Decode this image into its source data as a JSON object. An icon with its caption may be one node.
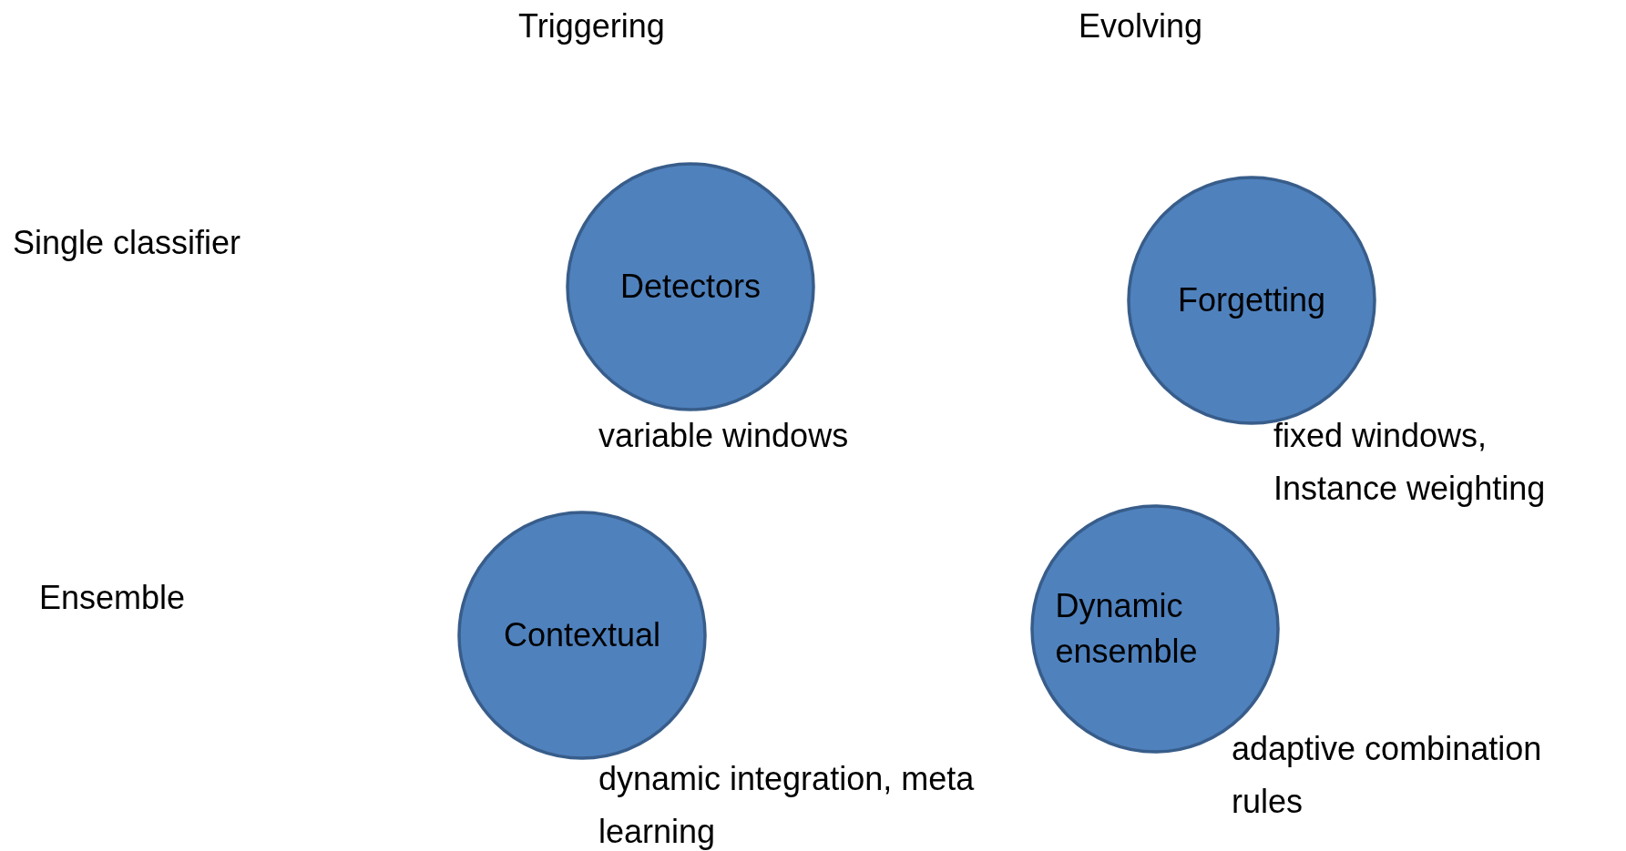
{
  "diagram": {
    "nodes": [
      {
        "text": [
          "Detectors"
        ],
        "beside": [
          "variable windows"
        ]
      },
      {
        "text": [
          "Forgetting"
        ],
        "beside": [
          "fixed windows, Instance weighting"
        ]
      },
      {
        "text": [
          "Contextual"
        ],
        "beside": [
          "dynamic integration, meta learning"
        ]
      },
      {
        "text": [
          "Dynamic ensemble"
        ],
        "beside": [
          "adaptive combination rules"
        ]
      }
    ],
    "labels": [
      "Triggering",
      "Evolving",
      "Single classifier",
      "Ensemble"
    ]
  }
}
